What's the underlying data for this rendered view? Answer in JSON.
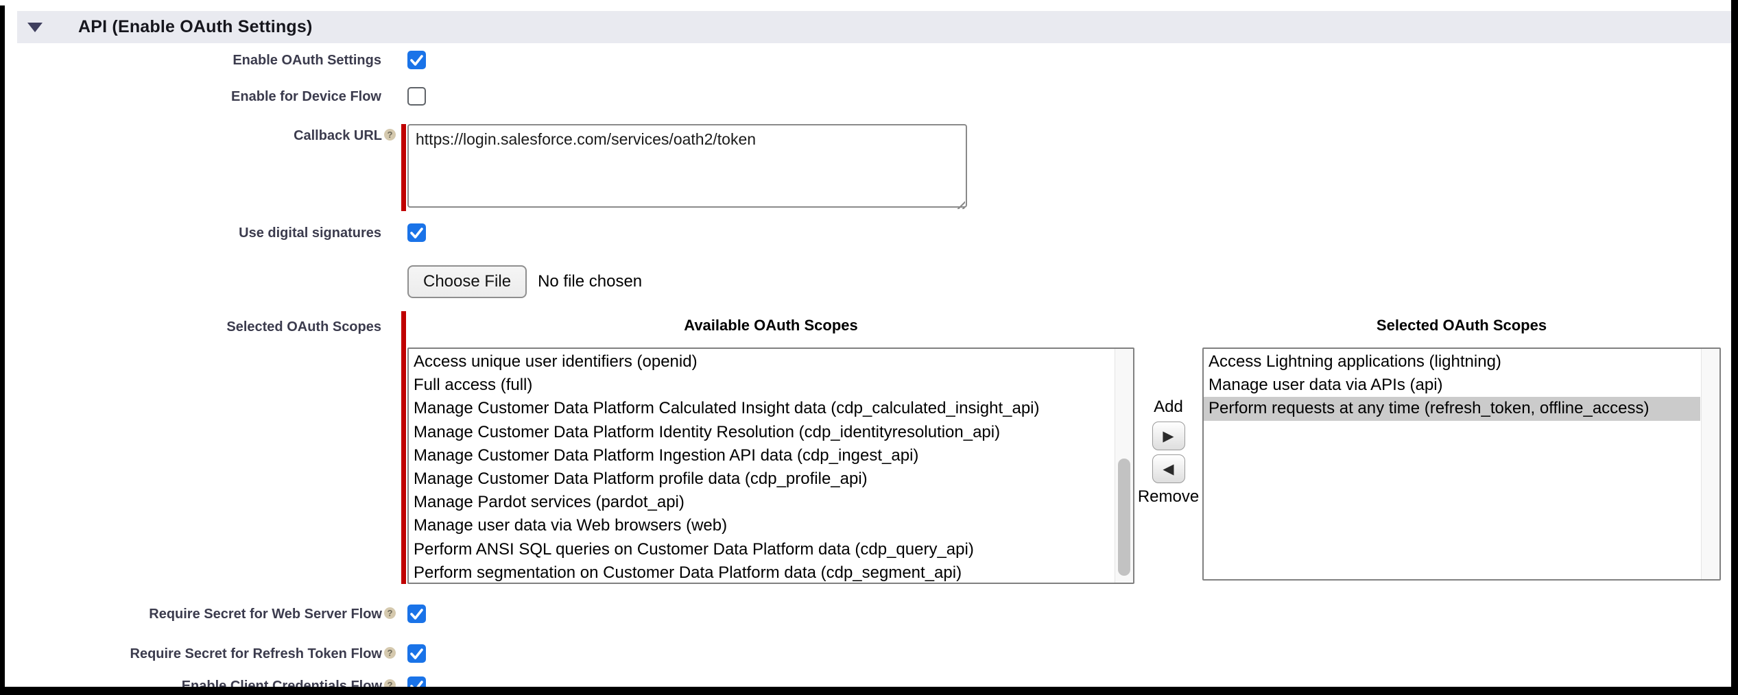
{
  "icons": {
    "collapse": "▼",
    "add_arrow": "▶",
    "remove_arrow": "◀",
    "help": "?"
  },
  "colors": {
    "section_bar_bg": "#e9eaf0",
    "checkbox_checked": "#1a73e8",
    "required_bar": "#c00000",
    "selected_option_bg": "#cbcbcb",
    "frame": "#000000"
  },
  "section": {
    "title": "API (Enable OAuth Settings)"
  },
  "fields": {
    "enable_oauth": {
      "label": "Enable OAuth Settings",
      "checked": true
    },
    "device_flow": {
      "label": "Enable for Device Flow",
      "checked": false
    },
    "callback_url": {
      "label": "Callback URL",
      "required": true,
      "value": "https://login.salesforce.com/services/oath2/token"
    },
    "digital_signatures": {
      "label": "Use digital signatures",
      "checked": true
    },
    "certificate_upload": {
      "button_label": "Choose File",
      "status": "No file chosen"
    },
    "require_secret_web": {
      "label": "Require Secret for Web Server Flow",
      "checked": true
    },
    "require_secret_refresh": {
      "label": "Require Secret for Refresh Token Flow",
      "checked": true
    },
    "client_credentials": {
      "label": "Enable Client Credentials Flow",
      "checked": true
    }
  },
  "scopes": {
    "label": "Selected OAuth Scopes",
    "required": true,
    "available_header": "Available OAuth Scopes",
    "selected_header": "Selected OAuth Scopes",
    "add_label": "Add",
    "remove_label": "Remove",
    "available": [
      "Access unique user identifiers (openid)",
      "Full access (full)",
      "Manage Customer Data Platform Calculated Insight data (cdp_calculated_insight_api)",
      "Manage Customer Data Platform Identity Resolution (cdp_identityresolution_api)",
      "Manage Customer Data Platform Ingestion API data (cdp_ingest_api)",
      "Manage Customer Data Platform profile data (cdp_profile_api)",
      "Manage Pardot services (pardot_api)",
      "Manage user data via Web browsers (web)",
      "Perform ANSI SQL queries on Customer Data Platform data (cdp_query_api)",
      "Perform segmentation on Customer Data Platform data (cdp_segment_api)"
    ],
    "selected": [
      {
        "text": "Access Lightning applications (lightning)",
        "highlighted": false
      },
      {
        "text": "Manage user data via APIs (api)",
        "highlighted": false
      },
      {
        "text": "Perform requests at any time (refresh_token, offline_access)",
        "highlighted": true
      }
    ]
  }
}
